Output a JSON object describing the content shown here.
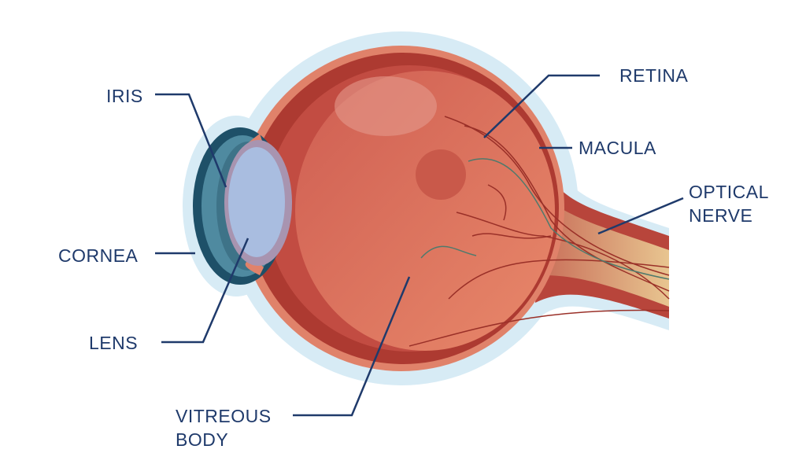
{
  "labels": {
    "iris": "IRIS",
    "cornea": "CORNEA",
    "lens": "LENS",
    "vitreous_1": "VITREOUS",
    "vitreous_2": "BODY",
    "retina": "RETINA",
    "macula": "MACULA",
    "optical_1": "OPTICAL",
    "optical_2": "NERVE"
  },
  "colors": {
    "label": "#1f3a6b",
    "halo": "#d7ebf5",
    "sclera": "#b8453b",
    "vitreous": "#dd7a60",
    "cornea": "#1e5068",
    "lens": "#a9bde0",
    "nerve": "#e3b98a"
  }
}
